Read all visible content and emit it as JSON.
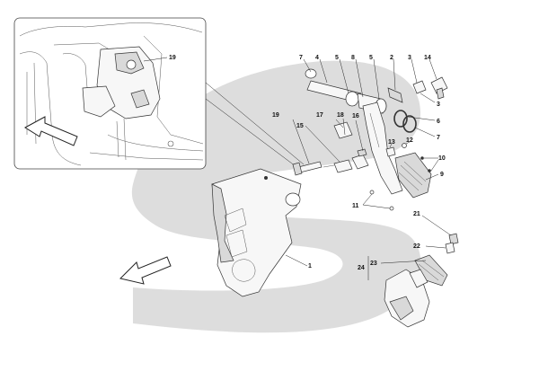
{
  "callouts": {
    "c1": "1",
    "c2": "2",
    "c3a": "3",
    "c3b": "3",
    "c4": "4",
    "c5a": "5",
    "c5b": "5",
    "c6": "6",
    "c7a": "7",
    "c7b": "7",
    "c8": "8",
    "c9": "9",
    "c10": "10",
    "c11": "11",
    "c12": "12",
    "c13": "13",
    "c14": "14",
    "c15": "15",
    "c16": "16",
    "c17": "17",
    "c18": "18",
    "c19a": "19",
    "c19b": "19",
    "c21": "21",
    "c22": "22",
    "c23": "23",
    "c24": "24"
  }
}
